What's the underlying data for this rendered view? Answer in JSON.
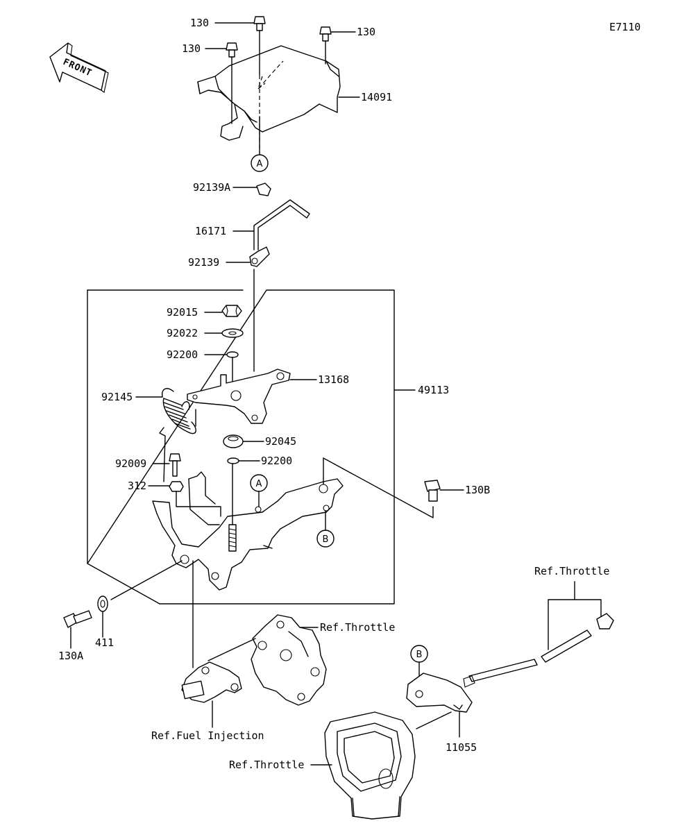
{
  "diagram_code": "E7110",
  "front_label": "FRONT",
  "labels": {
    "l130_top": "130",
    "l130_right": "130",
    "l130_left": "130",
    "l14091": "14091",
    "l92139A": "92139A",
    "l16171": "16171",
    "l92139": "92139",
    "l92015": "92015",
    "l92022": "92022",
    "l92200_a": "92200",
    "l13168": "13168",
    "l49113": "49113",
    "l92145": "92145",
    "l92045": "92045",
    "l92009": "92009",
    "l92200_b": "92200",
    "l312": "312",
    "l130B": "130B",
    "l130A": "130A",
    "l411": "411",
    "ref_throttle_top": "Ref.Throttle",
    "ref_throttle_mid": "Ref.Throttle",
    "ref_throttle_bottom": "Ref.Throttle",
    "ref_fuel_injection": "Ref.Fuel Injection",
    "l11055": "11055"
  },
  "callouts": {
    "a_top": "A",
    "a_mid": "A",
    "b_mid": "B",
    "b_low": "B"
  }
}
